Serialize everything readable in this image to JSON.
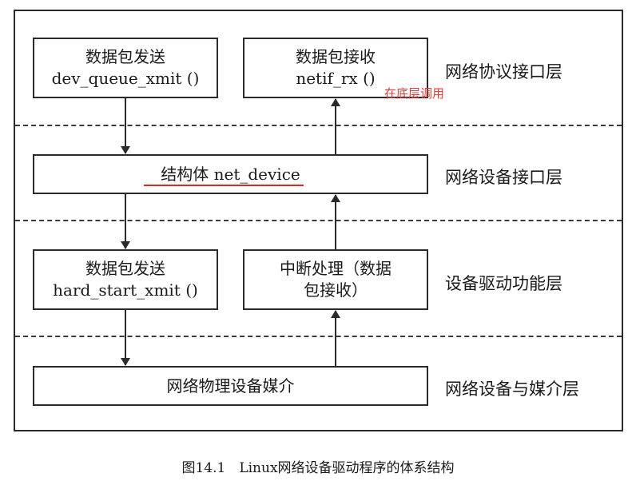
{
  "boxes": {
    "send_top": {
      "line1": "数据包发送",
      "line2": "dev_queue_xmit ()"
    },
    "recv_top": {
      "line1": "数据包接收",
      "line2": "netif_rx ()"
    },
    "net_device": {
      "line1": "结构体 net_device"
    },
    "send_mid": {
      "line1": "数据包发送",
      "line2": "hard_start_xmit ()"
    },
    "irq": {
      "line1": "中断处理（数据",
      "line2": "包接收）"
    },
    "media": {
      "line1": "网络物理设备媒介"
    }
  },
  "layers": {
    "protocol": "网络协议接口层",
    "device_if": "网络设备接口层",
    "driver": "设备驱动功能层",
    "media": "网络设备与媒介层"
  },
  "annotation": "在底层调用",
  "caption": "图14.1　Linux网络设备驱动程序的体系结构",
  "colors": {
    "annotation": "#e0403a",
    "underline": "#d62b2b",
    "line": "#2b2b2b"
  }
}
